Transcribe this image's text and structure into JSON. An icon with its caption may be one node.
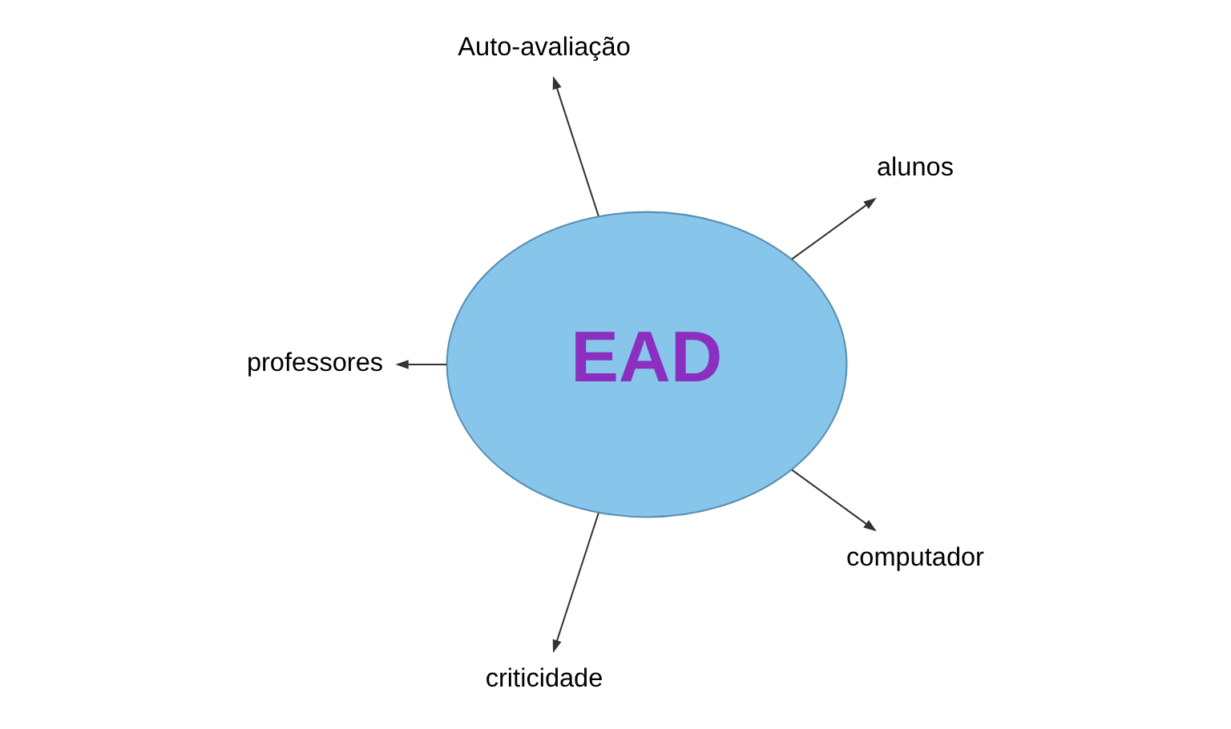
{
  "diagram": {
    "nodes": [
      {
        "text": [
          "Auto-avaliação"
        ]
      },
      {
        "text": [
          "alunos"
        ]
      },
      {
        "text": [
          "EAD"
        ]
      },
      {
        "text": [
          "professores"
        ]
      },
      {
        "text": [
          "criticidade"
        ]
      },
      {
        "text": [
          "computador"
        ]
      }
    ],
    "edges": [
      {
        "from": 2,
        "to": 0,
        "arrow": "to"
      },
      {
        "from": 2,
        "to": 1,
        "arrow": "to"
      },
      {
        "from": 2,
        "to": 5,
        "arrow": "to"
      },
      {
        "from": 2,
        "to": 4,
        "arrow": "to"
      },
      {
        "from": 2,
        "to": 3,
        "arrow": "to"
      }
    ]
  }
}
